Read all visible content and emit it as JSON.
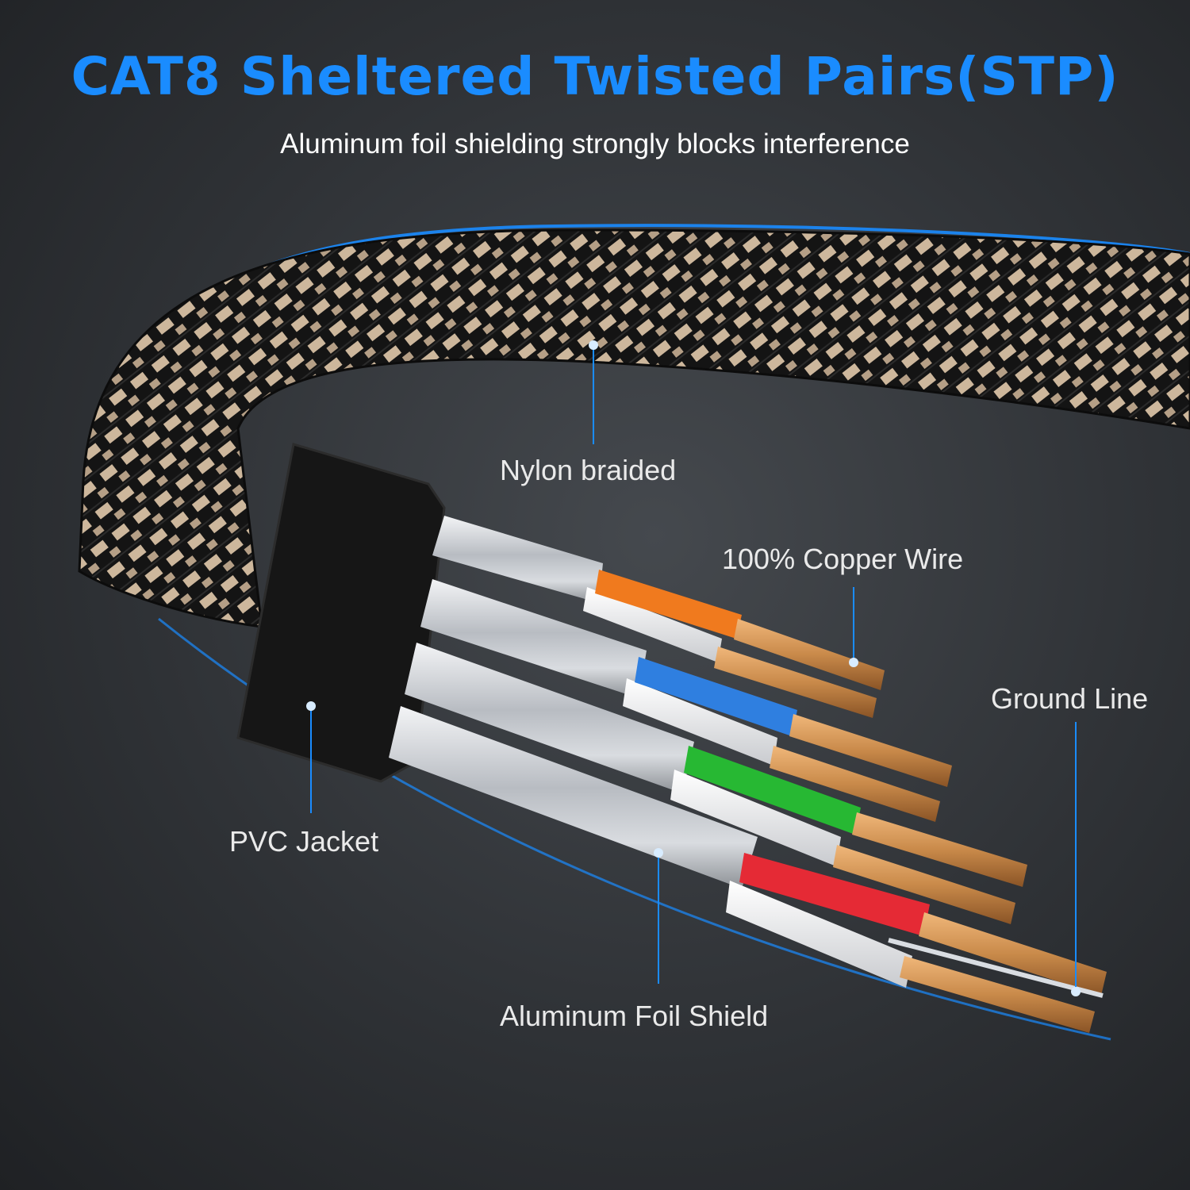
{
  "header": {
    "title": "CAT8 Sheltered Twisted Pairs(STP)",
    "subtitle": "Aluminum foil shielding strongly blocks interference"
  },
  "callouts": {
    "nylon": "Nylon braided",
    "copper": "100% Copper Wire",
    "ground": "Ground Line",
    "pvc": "PVC Jacket",
    "foil": "Aluminum Foil Shield"
  },
  "colors": {
    "accent": "#1a8cff",
    "pair_1": "#f07a1e",
    "pair_2": "#2f7fe0",
    "pair_3": "#27b833",
    "pair_4": "#e52a35",
    "copper": "#c98a4a"
  }
}
